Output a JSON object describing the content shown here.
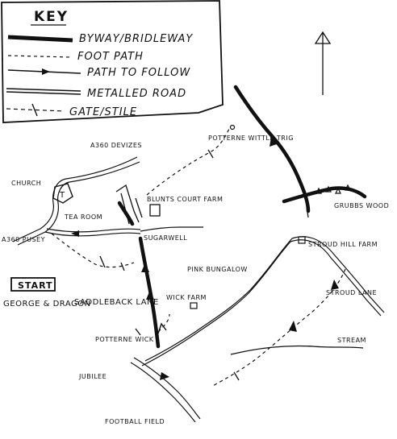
{
  "key": {
    "title": "KEY",
    "items": [
      {
        "label": "BYWAY/BRIDLEWAY",
        "style": "byway"
      },
      {
        "label": "FOOT PATH",
        "style": "footpath"
      },
      {
        "label": "PATH TO FOLLOW",
        "style": "follow"
      },
      {
        "label": "METALLED ROAD",
        "style": "metalled"
      },
      {
        "label": "GATE/STILE",
        "style": "gate"
      }
    ]
  },
  "north_arrow": {
    "icon": "north-arrow-icon"
  },
  "labels": {
    "a360_devizes": "A360 DEVIZES",
    "church": "CHURCH",
    "tea_room": "TEA ROOM",
    "a360_pusey": "A360 PUSEY",
    "start": "START",
    "george_dragon": "GEORGE & DRAGON",
    "sugarwell": "SUGARWELL",
    "blunts_court": "BLUNTS COURT FARM",
    "pink_bungalow": "PINK BUNGALOW",
    "saddleback_lane": "SADDLEBACK LANE",
    "wick_farm": "WICK FARM",
    "potterne_wick": "POTTERNE WICK",
    "jubilee": "JUBILEE",
    "football_field": "FOOTBALL FIELD",
    "potterne_wittle": "POTTERNE WITTLE TRIG",
    "grubbs_wood": "GRUBBS WOOD",
    "stroud_hill_farm": "STROUD HILL FARM",
    "stroud_lane": "STROUD LANE",
    "stream": "STREAM"
  },
  "colors": {
    "ink": "#111111",
    "paper": "#ffffff"
  }
}
